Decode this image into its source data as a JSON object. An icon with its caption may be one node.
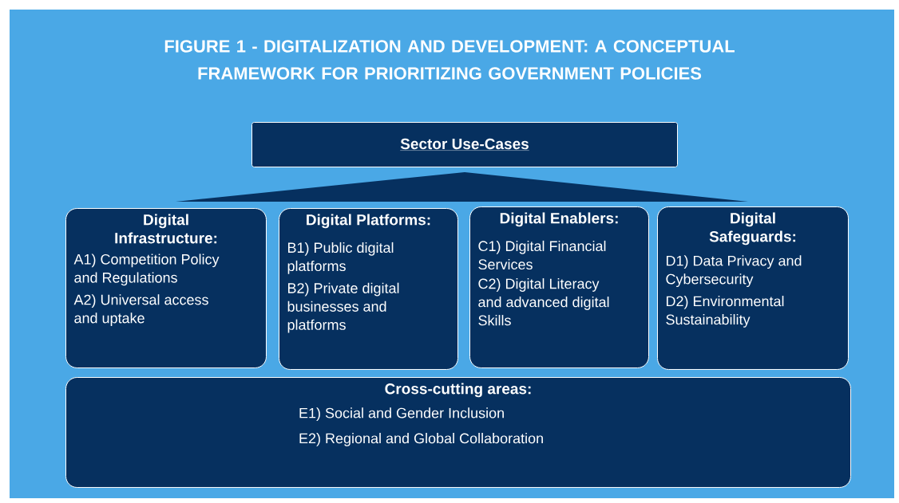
{
  "diagram": {
    "title": "FIGURE 1 - DIGITALIZATION AND DEVELOPMENT: A CONCEPTUAL FRAMEWORK FOR PRIORITIZING GOVERNMENT POLICIES",
    "nodes": [
      {
        "text": [
          "Sector Use-Cases"
        ]
      },
      {
        "text": [
          "Digital Infrastructure:",
          "A1) Competition Policy and Regulations",
          "A2) Universal access and uptake"
        ]
      },
      {
        "text": [
          "Digital Platforms:",
          "B1) Public digital platforms",
          "B2) Private digital businesses and platforms"
        ]
      },
      {
        "text": [
          "Digital Enablers:",
          "C1) Digital Financial Services",
          "C2) Digital Literacy and advanced digital Skills"
        ]
      },
      {
        "text": [
          "Digital Safeguards:",
          "D1) Data Privacy and Cybersecurity",
          "D2) Environmental Sustainability"
        ]
      },
      {
        "text": [
          "Cross-cutting areas:",
          "E1) Social and Gender Inclusion",
          "E2) Regional and Global Collaboration"
        ]
      }
    ]
  }
}
